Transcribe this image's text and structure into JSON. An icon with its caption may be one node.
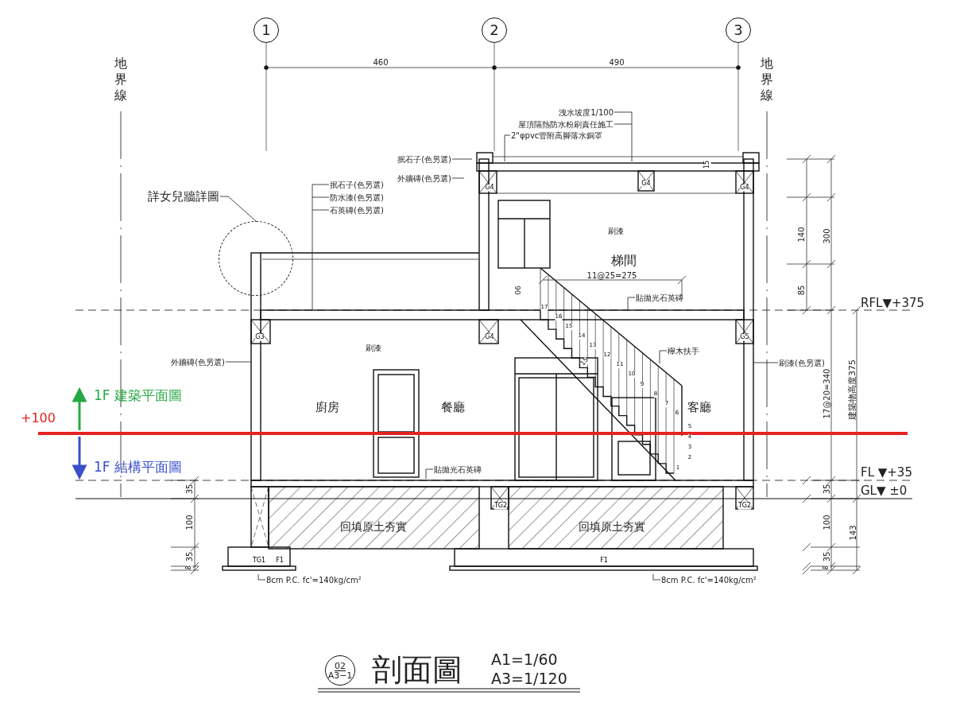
{
  "diagram": {
    "title": "剖面圖",
    "nodes": [
      {
        "text": [
          "1"
        ]
      },
      {
        "text": [
          "2"
        ]
      },
      {
        "text": [
          "3"
        ]
      },
      {
        "text": [
          "洩水坡度1/100"
        ]
      },
      {
        "text": [
          "屋頂隔熱防水粉刷責任施工"
        ]
      },
      {
        "text": [
          "2\"φpvc管附高腳落水銅罩"
        ]
      },
      {
        "text": [
          "抿石子(色另選)"
        ]
      },
      {
        "text": [
          "外牆磚(色另選)"
        ]
      },
      {
        "text": [
          "抿石子(色另選)"
        ]
      },
      {
        "text": [
          "防水漆(色另選)"
        ]
      },
      {
        "text": [
          "石英磚(色另選)"
        ]
      },
      {
        "text": [
          "詳女兒牆詳圖"
        ]
      },
      {
        "text": [],
        "shape": "circle"
      },
      {
        "text": [
          "貼拋光石英磚"
        ]
      },
      {
        "text": [
          "櫸木扶手"
        ]
      },
      {
        "text": [
          "外牆磚(色另選)"
        ]
      },
      {
        "text": [
          "刷漆(色另選)"
        ]
      },
      {
        "text": [
          "貼拋光石英磚"
        ]
      },
      {
        "text": [
          "8cm P.C. fc'=140kg/cm²"
        ]
      },
      {
        "text": [
          "8cm P.C. fc'=140kg/cm²"
        ]
      },
      {
        "text": [
          "02",
          "A3−1"
        ]
      }
    ],
    "edges": [
      {
        "from": 3,
        "to": null,
        "arrow": "none"
      },
      {
        "from": 4,
        "to": null,
        "arrow": "none"
      },
      {
        "from": 5,
        "to": null,
        "arrow": "none"
      },
      {
        "from": 6,
        "to": null,
        "arrow": "none"
      },
      {
        "from": 7,
        "to": null,
        "arrow": "none"
      },
      {
        "from": 8,
        "to": null,
        "arrow": "none"
      },
      {
        "from": 9,
        "to": null,
        "arrow": "none"
      },
      {
        "from": 10,
        "to": null,
        "arrow": "none"
      },
      {
        "from": 11,
        "to": 12,
        "arrow": "none"
      },
      {
        "from": 13,
        "to": null,
        "arrow": "none"
      },
      {
        "from": 14,
        "to": null,
        "arrow": "none"
      },
      {
        "from": 15,
        "to": null,
        "arrow": "none"
      },
      {
        "from": 16,
        "to": null,
        "arrow": "none"
      },
      {
        "from": 17,
        "to": null,
        "arrow": "none"
      },
      {
        "from": 18,
        "to": null,
        "arrow": "none"
      },
      {
        "from": 19,
        "to": null,
        "arrow": "none"
      }
    ],
    "labels": [
      "460",
      "490",
      "地界線",
      "地界線",
      "15",
      "G4",
      "G4",
      "G4",
      "140",
      "300",
      "刷漆",
      "梯間",
      "11@25=275",
      "90",
      "85",
      "RFL▼+375",
      "17",
      "16",
      "G3",
      "G4",
      "G5",
      "15",
      "刷漆",
      "14",
      "13",
      "15",
      "12",
      "11",
      "10",
      "9",
      "8",
      "7",
      "17@20=340",
      "建築物高度375",
      "+100",
      "1F 建築平面圖",
      "廚房",
      "餐廳",
      "客廳",
      "6",
      "5",
      "4",
      "3",
      "2",
      "1",
      "1F 結構平面圖",
      "FL ▼+35",
      "35",
      "35",
      "GL▼ ±0",
      "TG2",
      "TG2",
      "100",
      "回填原土夯實",
      "回填原土夯實",
      "100",
      "143",
      "35",
      "35",
      "TG1",
      "F1",
      "F1",
      "8",
      "8",
      "A1=1/60",
      "A3=1/120"
    ]
  }
}
